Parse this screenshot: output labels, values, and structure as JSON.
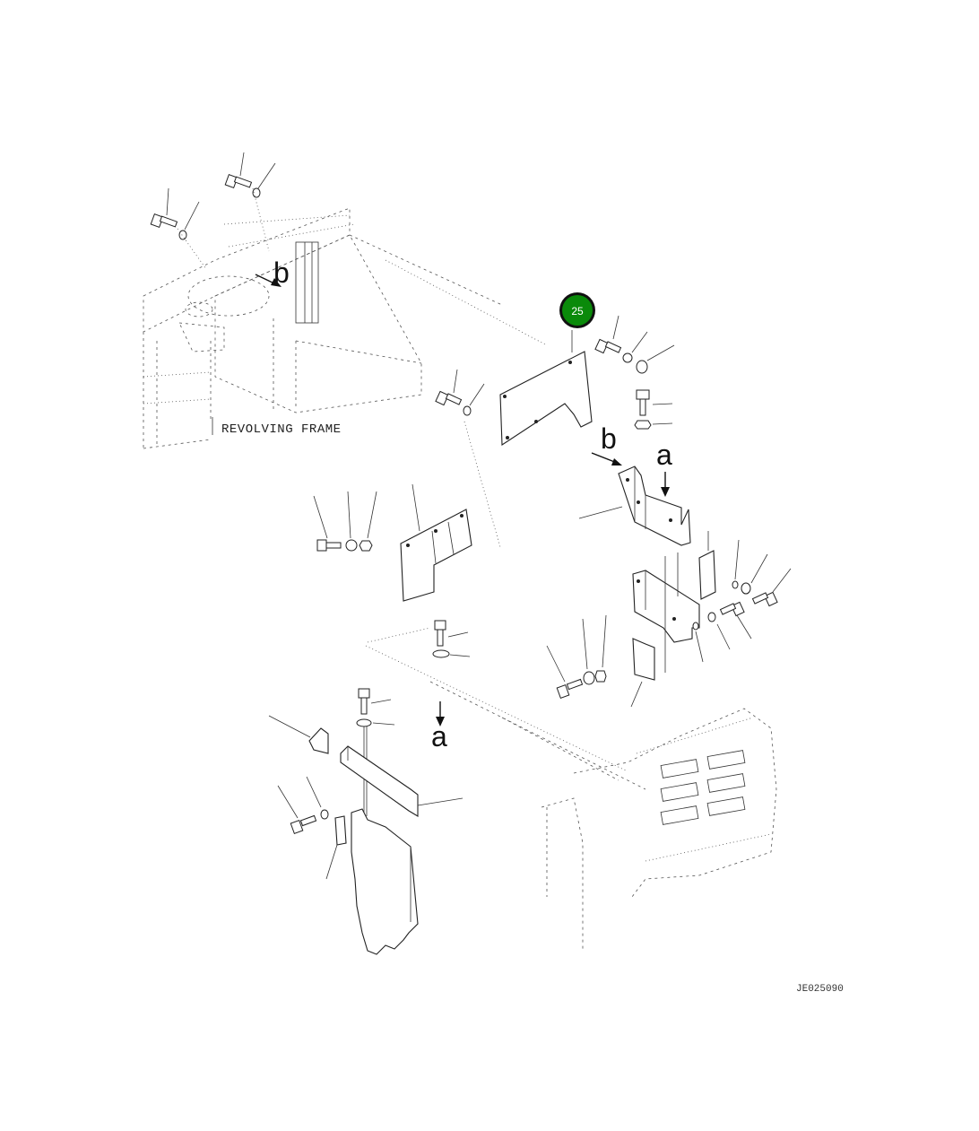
{
  "diagram": {
    "frame_label": "REVOLVING FRAME",
    "drawing_code": "JE025090",
    "callout_badge": {
      "number": "25",
      "fill": "#0a8a0a",
      "ring": "#111111"
    },
    "letter_callouts": {
      "b_upper": "b",
      "b_right": "b",
      "a_right": "a",
      "a_lower": "a"
    }
  }
}
